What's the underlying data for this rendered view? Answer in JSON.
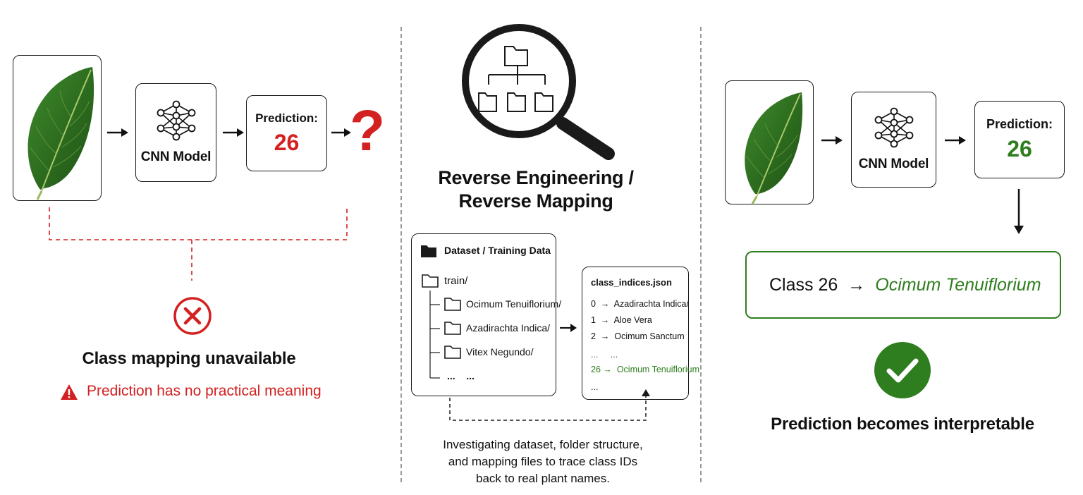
{
  "colors": {
    "red": "#d32020",
    "green": "#2e7d1e",
    "dark": "#1a1a1a",
    "divider": "#9a9a9a"
  },
  "icons": [
    "leaf-image",
    "neural-network-icon",
    "right-arrow-icon",
    "question-mark-icon",
    "error-x-icon",
    "warning-triangle-icon",
    "magnifier-icon",
    "folder-icon",
    "check-circle-icon"
  ],
  "left": {
    "cnn_label": "CNN Model",
    "prediction_label": "Prediction:",
    "prediction_value": "26",
    "question": "?",
    "unavailable_title": "Class mapping unavailable",
    "warning_text": "Prediction has no practical meaning"
  },
  "middle": {
    "heading_line1": "Reverse Engineering /",
    "heading_line2": "Reverse Mapping",
    "dataset_title": "Dataset / Training Data",
    "train_folder": "train/",
    "folders": [
      "Ocimum Tenuiflorium/",
      "Azadirachta Indica/",
      "Vitex Negundo/"
    ],
    "tree_ellipsis": "...    ...",
    "json_title": "class_indices.json",
    "json_lines": [
      "0  →  Azadirachta Indica/",
      "1  →  Aloe Vera",
      "2  →  Ocimum Sanctum",
      "...",
      ""
    ],
    "json_highlight": "26 →  Ocimum Tenuiflorium",
    "json_ellipsis_1": "...     ...",
    "json_ellipsis_2": "...",
    "caption_line1": "Investigating dataset, folder structure,",
    "caption_line2": "and mapping files to trace class IDs",
    "caption_line3": "back to real plant names."
  },
  "right": {
    "cnn_label": "CNN Model",
    "prediction_label": "Prediction:",
    "prediction_value": "26",
    "mapping_prefix": "Class 26",
    "mapping_arrow": "→",
    "mapping_name": "Ocimum Tenuiflorium",
    "result_text": "Prediction becomes interpretable"
  }
}
